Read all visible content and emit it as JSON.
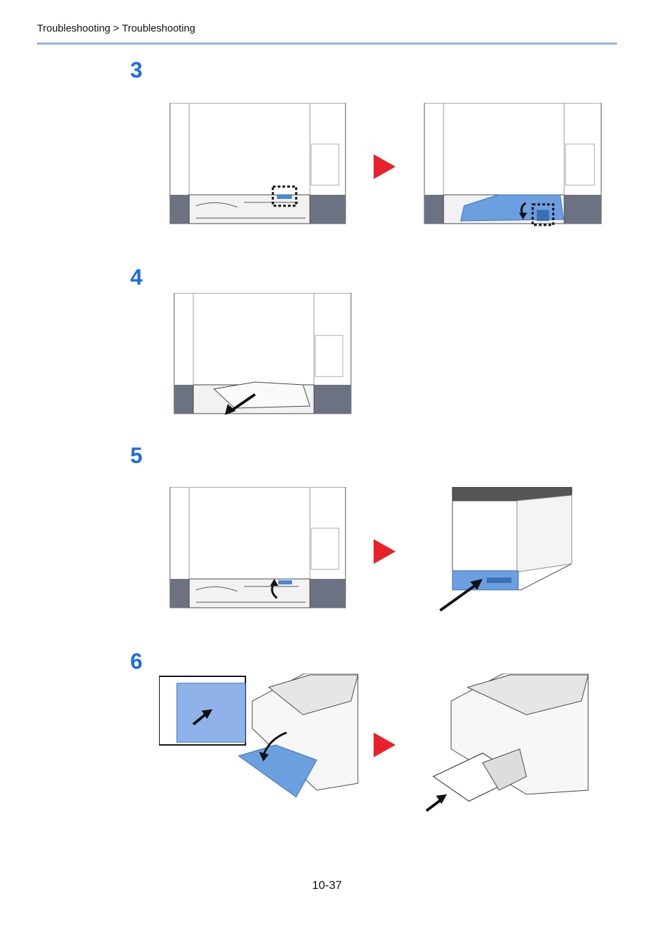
{
  "header": {
    "breadcrumb": "Troubleshooting > Troubleshooting"
  },
  "steps": [
    {
      "number": "3"
    },
    {
      "number": "4"
    },
    {
      "number": "5"
    },
    {
      "number": "6"
    }
  ],
  "colors": {
    "accent_blue": "#1b6be8",
    "rule": "#8fb2ea",
    "arrow_red": "#e8212b",
    "part_blue": "#6b9fe0",
    "body_gray": "#6d7283"
  },
  "footer": {
    "page_number": "10-37"
  }
}
